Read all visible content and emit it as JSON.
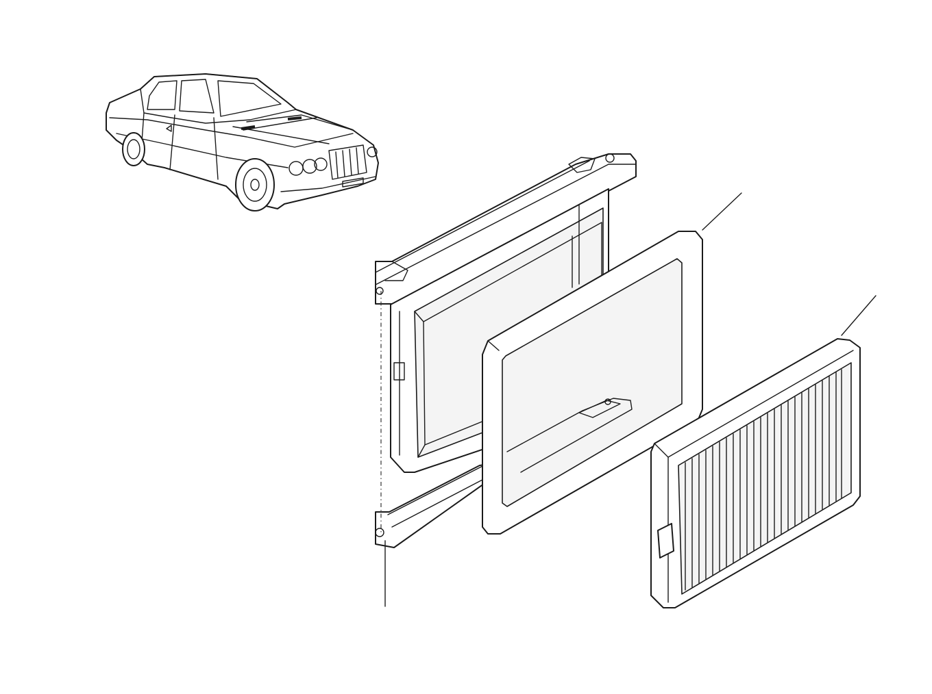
{
  "diagram": {
    "parts": [
      {
        "id": "vehicle",
        "icon": "car-icon"
      },
      {
        "id": "housing-frame",
        "icon": "frame-icon"
      },
      {
        "id": "seal-gasket",
        "icon": "gasket-icon"
      },
      {
        "id": "pollen-filter",
        "icon": "filter-icon"
      },
      {
        "id": "base-bracket",
        "icon": "bracket-icon"
      }
    ]
  }
}
